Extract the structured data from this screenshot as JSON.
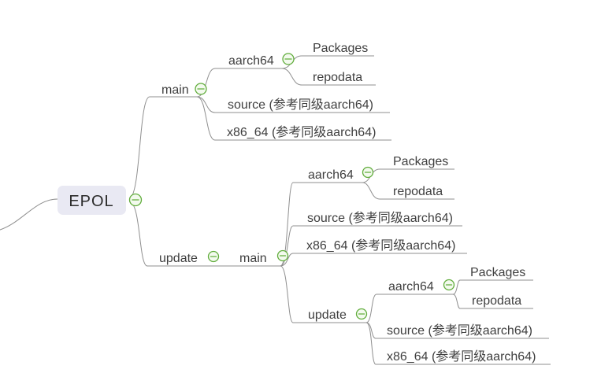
{
  "app": {
    "type": "mindmap",
    "background": "#ffffff"
  },
  "colors": {
    "line": "#8f8f8f",
    "text": "#3f3f3f",
    "root_fill": "#e9e9f3",
    "root_text": "#2b2b2b",
    "collapse_border": "#61ad3c",
    "collapse_fill": "#f3faee"
  },
  "icons": {
    "collapse": "minus-in-circle"
  },
  "tree": {
    "label": "EPOL",
    "children": [
      {
        "label": "main",
        "children": [
          {
            "label": "aarch64",
            "children": [
              {
                "label": "Packages"
              },
              {
                "label": "repodata"
              }
            ]
          },
          {
            "label": "source (参考同级aarch64)"
          },
          {
            "label": "x86_64 (参考同级aarch64)"
          }
        ]
      },
      {
        "label": "update",
        "children": [
          {
            "label": "main",
            "children": [
              {
                "label": "aarch64",
                "children": [
                  {
                    "label": "Packages"
                  },
                  {
                    "label": "repodata"
                  }
                ]
              },
              {
                "label": "source (参考同级aarch64)"
              },
              {
                "label": "x86_64 (参考同级aarch64)"
              },
              {
                "label": "update",
                "children": [
                  {
                    "label": "aarch64",
                    "children": [
                      {
                        "label": "Packages"
                      },
                      {
                        "label": "repodata"
                      }
                    ]
                  },
                  {
                    "label": "source (参考同级aarch64)"
                  },
                  {
                    "label": "x86_64 (参考同级aarch64)"
                  }
                ]
              }
            ]
          }
        ]
      }
    ]
  }
}
